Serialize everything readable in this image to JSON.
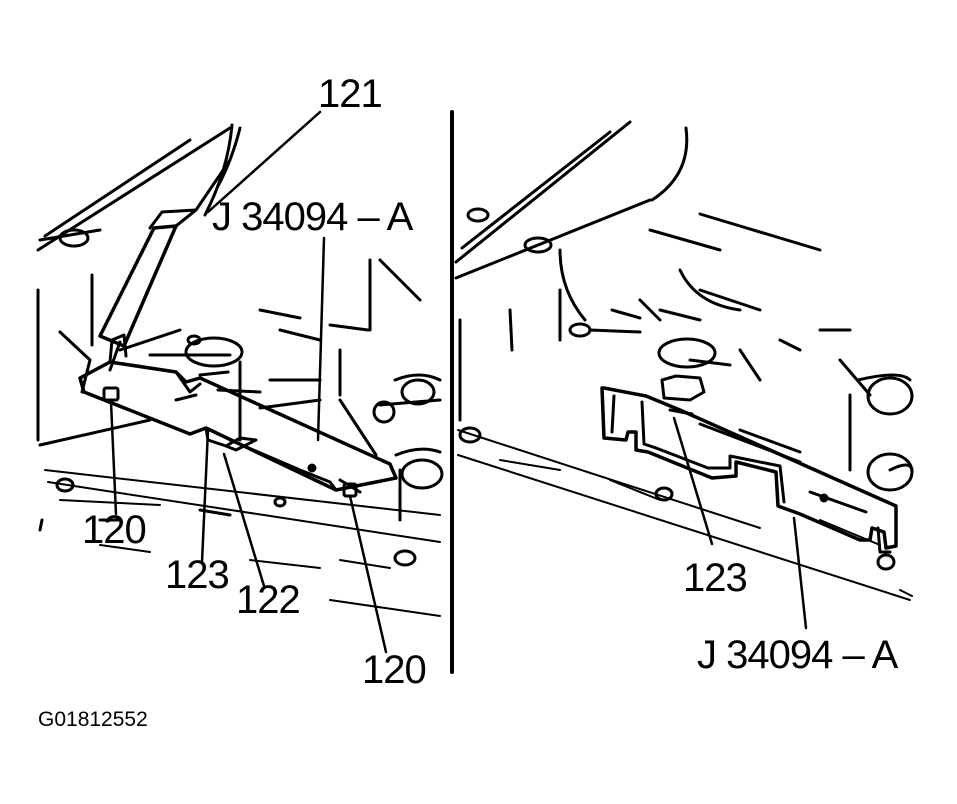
{
  "figure_id": "G01812552",
  "left_panel": {
    "callouts": {
      "c121": "121",
      "tool": "J 34094 – A",
      "c120_left": "120",
      "c123": "123",
      "c122": "122",
      "c120_right": "120"
    }
  },
  "right_panel": {
    "callouts": {
      "c123": "123",
      "tool": "J 34094 – A"
    }
  },
  "colors": {
    "line": "#000000",
    "background": "#ffffff"
  }
}
